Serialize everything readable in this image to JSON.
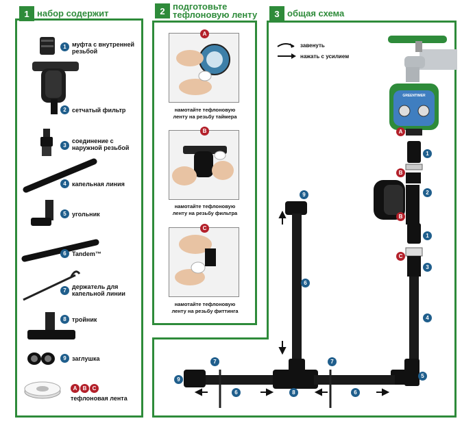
{
  "panel1": {
    "number": "1",
    "title": "набор содержит",
    "items": [
      {
        "num": "1",
        "label_lines": [
          "муфта с внутренней",
          "резьбой"
        ]
      },
      {
        "num": "2",
        "label_lines": [
          "сетчатый фильтр"
        ]
      },
      {
        "num": "3",
        "label_lines": [
          "соединение с",
          "наружной резьбой"
        ]
      },
      {
        "num": "4",
        "label_lines": [
          "капельная линия"
        ]
      },
      {
        "num": "5",
        "label_lines": [
          "угольник"
        ]
      },
      {
        "num": "6",
        "label_lines": [
          "Tandem™"
        ]
      },
      {
        "num": "7",
        "label_lines": [
          "держатель для",
          "капельной линии"
        ]
      },
      {
        "num": "8",
        "label_lines": [
          "тройник"
        ]
      },
      {
        "num": "9",
        "label_lines": [
          "заглушка"
        ]
      }
    ],
    "teflon": {
      "letters": [
        "A",
        "B",
        "C"
      ],
      "label": "тефлоновая лента"
    }
  },
  "panel2": {
    "number": "2",
    "title_lines": [
      "подготовьте",
      "тефлоновую ленту"
    ],
    "steps": [
      {
        "letter": "A",
        "caption_lines": [
          "намотайте тефлоновую",
          "ленту на резьбу таймера"
        ]
      },
      {
        "letter": "B",
        "caption_lines": [
          "намотайте тефлоновую",
          "ленту на резьбу фильтра"
        ]
      },
      {
        "letter": "C",
        "caption_lines": [
          "намотайте тефлоновую",
          "ленту на резьбу фиттинга"
        ]
      }
    ]
  },
  "panel3": {
    "number": "3",
    "title": "общая схема",
    "legend": {
      "screw": "завенуть",
      "push": "нажать с усилием"
    },
    "timer_brand": "GREENTIMER",
    "markers": {
      "right_column": [
        "A",
        "1",
        "B",
        "2",
        "B",
        "1",
        "C",
        "3",
        "4",
        "5"
      ],
      "left_column": [
        "9",
        "6"
      ],
      "bottom_row": [
        "9",
        "7",
        "6",
        "8",
        "7",
        "6"
      ]
    }
  },
  "colors": {
    "green": "#2e8b3a",
    "blue_badge": "#1f5e8c",
    "red_badge": "#b3202a",
    "pipe": "#1a1a1a"
  }
}
